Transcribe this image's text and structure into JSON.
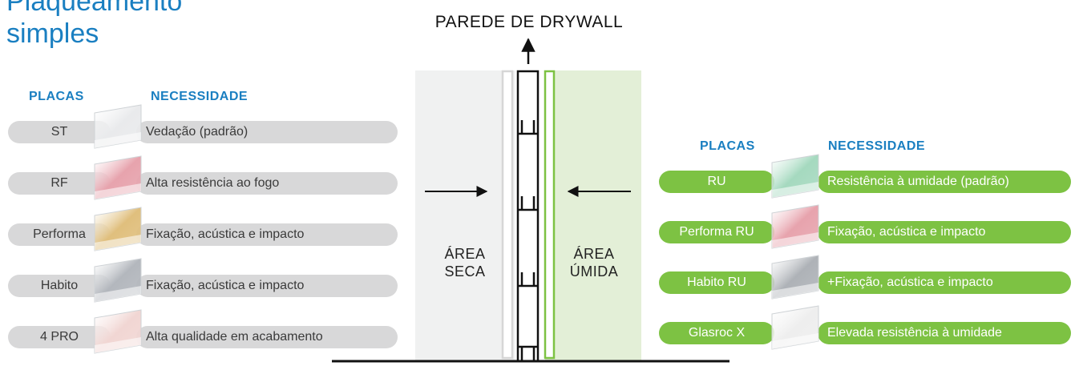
{
  "title": "Plaqueamento\nsimples",
  "wall": {
    "title": "PAREDE DE DRYWALL",
    "left_area": "ÁREA\nSECA",
    "right_area": "ÁREA\nÚMIDA"
  },
  "left_panel": {
    "header_boards": "PLACAS",
    "header_need": "NECESSIDADE",
    "rows": [
      {
        "code": "ST",
        "need": "Vedação (padrão)",
        "board_color": "#e9eaec"
      },
      {
        "code": "RF",
        "need": "Alta resistência ao fogo",
        "board_color": "#e7a3ad"
      },
      {
        "code": "Performa",
        "need": "Fixação, acústica e impacto",
        "board_color": "#e0bf7d"
      },
      {
        "code": "Habito",
        "need": "Fixação, acústica e impacto",
        "board_color": "#b3b7bd"
      },
      {
        "code": "4 PRO",
        "need": "Alta qualidade em acabamento",
        "board_color": "#f1d6d3"
      }
    ]
  },
  "right_panel": {
    "header_boards": "PLACAS",
    "header_need": "NECESSIDADE",
    "rows": [
      {
        "code": "RU",
        "need": "Resistência à umidade (padrão)",
        "board_color": "#a5d9bf"
      },
      {
        "code": "Performa RU",
        "need": "Fixação, acústica e impacto",
        "board_color": "#e7a3ad"
      },
      {
        "code": "Habito RU",
        "need": "+Fixação, acústica e impacto",
        "board_color": "#aeb2b7"
      },
      {
        "code": "Glasroc X",
        "need": "Elevada resistência à umidade",
        "board_color": "#eeeeee"
      }
    ]
  },
  "colors": {
    "accent_blue": "#1a7fc1",
    "green": "#7dc243",
    "gray_pill": "#d8d8d9",
    "dry_area": "#f0f1f1",
    "wet_area": "#e3efd7"
  }
}
